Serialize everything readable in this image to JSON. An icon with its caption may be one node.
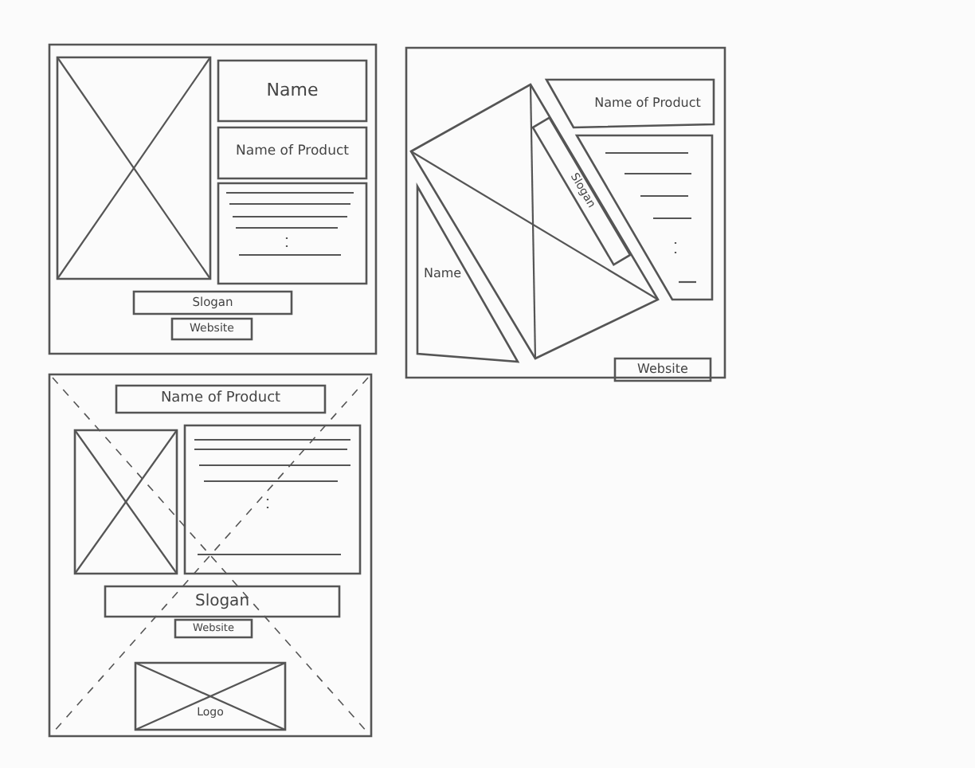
{
  "diagram": {
    "nodes": [
      {
        "text": [],
        "shape": "box"
      },
      {
        "text": [],
        "shape": "box",
        "in": 0
      },
      {
        "text": [
          "Name"
        ],
        "in": 0
      },
      {
        "text": [
          "Name of Product"
        ],
        "in": 0
      },
      {
        "text": [],
        "shape": "box",
        "in": 0
      },
      {
        "text": [
          "Slogan"
        ],
        "in": 0
      },
      {
        "text": [
          "Website"
        ],
        "in": 0
      },
      {
        "text": [],
        "shape": "box"
      },
      {
        "text": [
          "Name of Product"
        ],
        "in": 7
      },
      {
        "text": [],
        "shape": "diamond",
        "in": 7
      },
      {
        "text": [
          "Slogan"
        ],
        "in": 9
      },
      {
        "text": [],
        "shape": "box",
        "in": 7
      },
      {
        "text": [
          "Name"
        ],
        "in": 7
      },
      {
        "text": [
          "Website"
        ],
        "in": 7
      },
      {
        "text": [],
        "shape": "box"
      },
      {
        "text": [
          "Name of Product"
        ],
        "in": 14
      },
      {
        "text": [],
        "shape": "box",
        "in": 14
      },
      {
        "text": [],
        "shape": "box",
        "in": 14
      },
      {
        "text": [
          "Slogan"
        ],
        "in": 14
      },
      {
        "text": [
          "Website"
        ],
        "in": 14
      },
      {
        "text": [
          "Logo"
        ],
        "in": 14
      }
    ]
  }
}
